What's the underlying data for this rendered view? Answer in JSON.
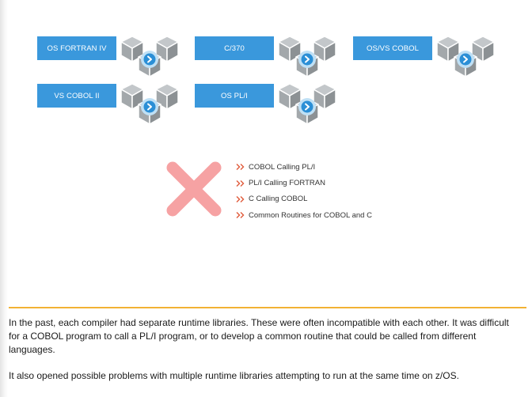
{
  "compilers": [
    {
      "label": "OS FORTRAN IV"
    },
    {
      "label": "C/370"
    },
    {
      "label": "OS/VS COBOL"
    },
    {
      "label": "VS COBOL II"
    },
    {
      "label": "OS PL/I"
    }
  ],
  "reasons": [
    "COBOL Calling PL/I",
    "PL/I Calling FORTRAN",
    "C Calling COBOL",
    "Common Routines for COBOL and C"
  ],
  "body": {
    "paragraph1": "In the past, each compiler had separate runtime libraries. These were often incompatible with each other. It was difficult for a COBOL program to call a PL/I program, or to develop a common routine that could be called from different languages.",
    "paragraph2": "It also opened possible problems with multiple runtime libraries attempting to run at the same time on z/OS."
  },
  "colors": {
    "label_bg": "#3a98dc",
    "x_mark": "#f6a2a3",
    "chevron": "#e05a3a",
    "divider": "#f2b233",
    "cube": "#a7acaf",
    "arrow_badge": "#2b8fd6"
  }
}
